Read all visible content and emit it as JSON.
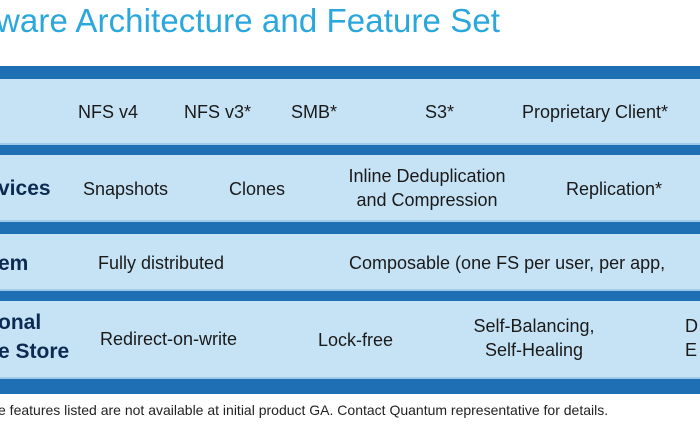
{
  "title": "ware Architecture and Feature Set",
  "rows": [
    {
      "label": "",
      "items": [
        "NFS v4",
        "NFS v3*",
        "SMB*",
        "S3*",
        "Proprietary Client*"
      ]
    },
    {
      "label": "vices",
      "items": [
        "Snapshots",
        "Clones",
        "Inline Deduplication",
        "and Compression",
        "Replication*"
      ]
    },
    {
      "label": "em",
      "items": [
        "Fully distributed",
        "Composable (one FS per user, per app,"
      ]
    },
    {
      "label_line1": "onal",
      "label_line2": "e Store",
      "items": [
        "Redirect-on-write",
        "Lock-free",
        "Self-Balancing,",
        "Self-Healing",
        "D",
        "E"
      ]
    }
  ],
  "footnote": "e features listed are not available at initial product GA. Contact Quantum representative for details.",
  "colors": {
    "title": "#2aa7dc",
    "panel": "#1f6fb4",
    "row": "#c6e3f6",
    "label": "#0d2b52"
  }
}
